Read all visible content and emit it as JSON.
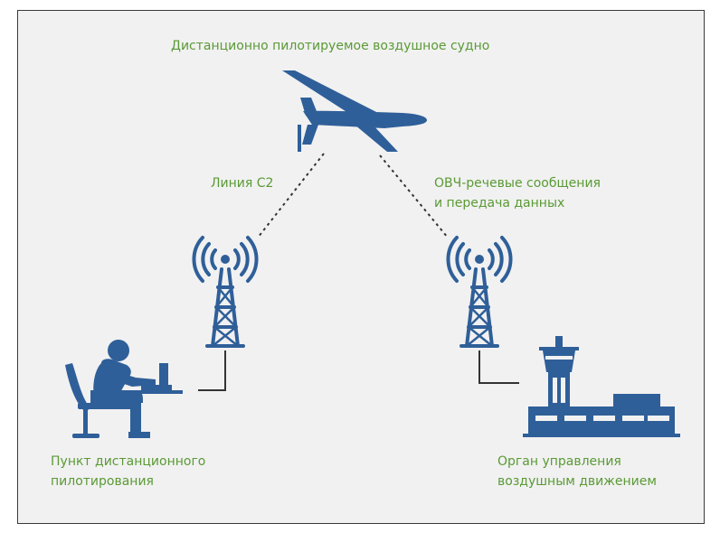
{
  "labels": {
    "aircraft": "Дистанционно пилотируемое воздушное судно",
    "c2_link": "Линия С2",
    "vhf_line1": "ОВЧ-речевые сообщения",
    "vhf_line2": "и передача данных",
    "pilot_line1": "Пункт дистанционного",
    "pilot_line2": "пилотирования",
    "atc_line1": "Орган управления",
    "atc_line2": "воздушным движением"
  },
  "colors": {
    "icon": "#2f5f99",
    "label_text": "#5a9a35",
    "background": "#f1f1f1",
    "link_line": "#333333"
  },
  "icons": {
    "aircraft": "uav-drone-icon",
    "left_tower": "radio-tower-icon",
    "right_tower": "radio-tower-icon",
    "pilot": "operator-at-laptop-icon",
    "atc": "control-tower-building-icon"
  }
}
